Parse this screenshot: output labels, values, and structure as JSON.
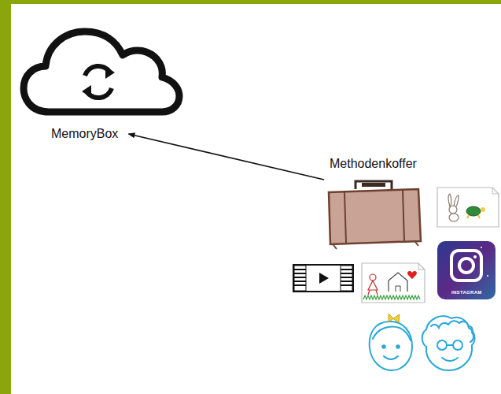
{
  "diagram": {
    "nodes": [
      {
        "text": [
          "MemoryBox"
        ]
      },
      {
        "text": [
          "Methodenkoffer"
        ]
      }
    ],
    "edges": [
      {
        "from": 1,
        "to": 0,
        "arrow": "to"
      }
    ],
    "labels": [
      "INSTAGRAM"
    ]
  }
}
